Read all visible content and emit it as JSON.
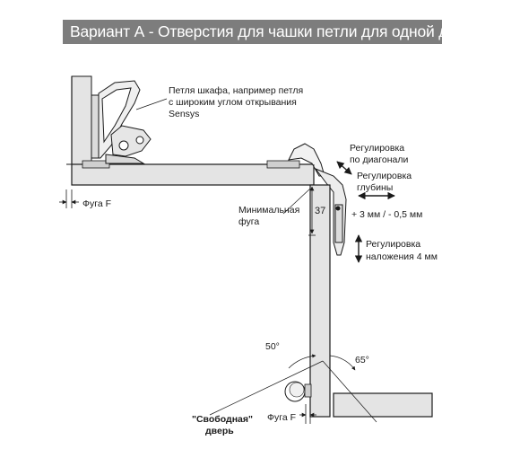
{
  "title": "Вариант А - Отверстия для чашки петли для одной двери",
  "labels": {
    "hinge_line1": "Петля шкафа, например петля",
    "hinge_line2": "с широким углом открывания",
    "hinge_line3": "Sensys",
    "gap_top": "Фуга F",
    "min_gap_line1": "Минимальная",
    "min_gap_line2": "фуга",
    "dim_37": "37",
    "diag_line1": "Регулировка",
    "diag_line2": "по диагонали",
    "depth_line1": "Регулировка",
    "depth_line2": "глубины",
    "depth_value": "+ 3 мм /  - 0,5 мм",
    "overlay_line1": "Регулировка",
    "overlay_line2": "наложения 4 мм",
    "angle_50": "50°",
    "angle_65": "65°",
    "gap_bottom": "Фуга F",
    "free_door_line1": "\"Свободная\"",
    "free_door_line2": "дверь"
  },
  "colors": {
    "banner": "#7d7d7d",
    "panel_fill": "#e4e4e4",
    "line": "#1a1a1a"
  }
}
